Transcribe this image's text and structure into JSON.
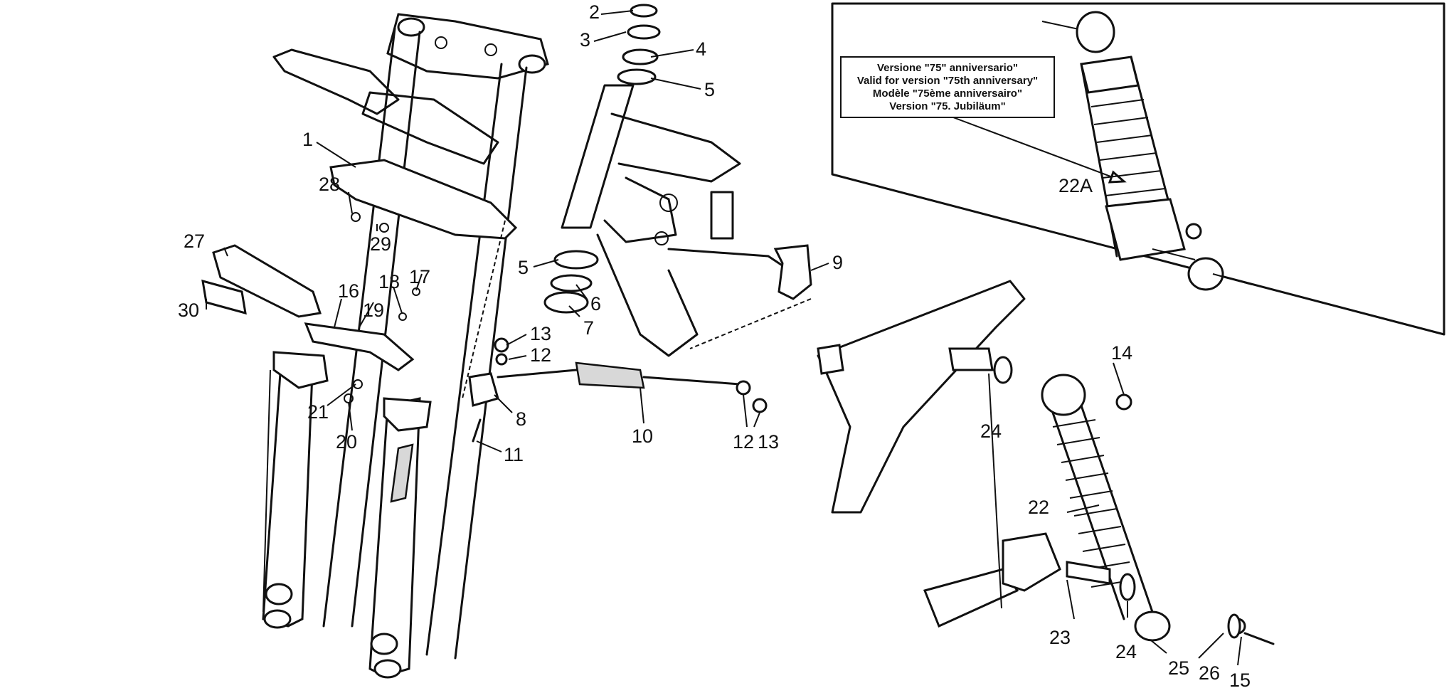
{
  "callouts": [
    {
      "id": "c1",
      "text": "1"
    },
    {
      "id": "c2",
      "text": "2"
    },
    {
      "id": "c3",
      "text": "3"
    },
    {
      "id": "c4",
      "text": "4"
    },
    {
      "id": "c5a",
      "text": "5"
    },
    {
      "id": "c5b",
      "text": "5"
    },
    {
      "id": "c6",
      "text": "6"
    },
    {
      "id": "c7",
      "text": "7"
    },
    {
      "id": "c8",
      "text": "8"
    },
    {
      "id": "c9",
      "text": "9"
    },
    {
      "id": "c10",
      "text": "10"
    },
    {
      "id": "c11",
      "text": "11"
    },
    {
      "id": "c12a",
      "text": "12"
    },
    {
      "id": "c12b",
      "text": "12"
    },
    {
      "id": "c13a",
      "text": "13"
    },
    {
      "id": "c13b",
      "text": "13"
    },
    {
      "id": "c14",
      "text": "14"
    },
    {
      "id": "c15",
      "text": "15"
    },
    {
      "id": "c16",
      "text": "16"
    },
    {
      "id": "c17",
      "text": "17"
    },
    {
      "id": "c18",
      "text": "18"
    },
    {
      "id": "c19",
      "text": "19"
    },
    {
      "id": "c20",
      "text": "20"
    },
    {
      "id": "c21",
      "text": "21"
    },
    {
      "id": "c22",
      "text": "22"
    },
    {
      "id": "c22A",
      "text": "22A"
    },
    {
      "id": "c23",
      "text": "23"
    },
    {
      "id": "c24a",
      "text": "24"
    },
    {
      "id": "c24b",
      "text": "24"
    },
    {
      "id": "c25",
      "text": "25"
    },
    {
      "id": "c26",
      "text": "26"
    },
    {
      "id": "c27",
      "text": "27"
    },
    {
      "id": "c28",
      "text": "28"
    },
    {
      "id": "c29",
      "text": "29"
    },
    {
      "id": "c30",
      "text": "30"
    }
  ],
  "version_box": {
    "lines": [
      "Versione \"75\" anniversario\"",
      "Valid for version \"75th anniversary\"",
      "Modèle \"75ème anniversairo\"",
      "Version \"75. Jubiläum\""
    ]
  }
}
